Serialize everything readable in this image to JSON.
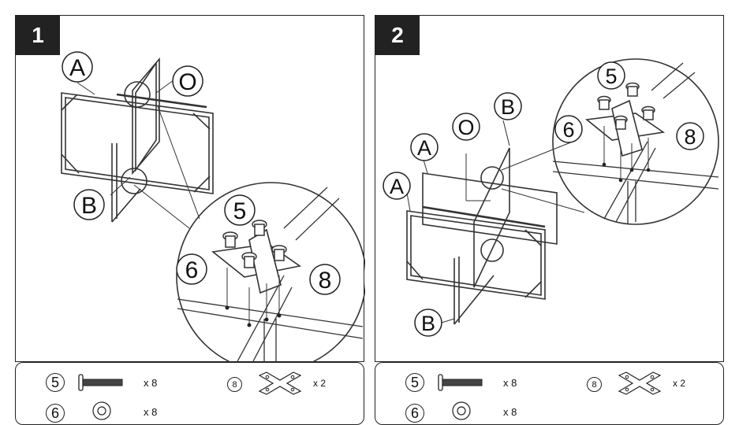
{
  "steps": [
    {
      "number": "1",
      "labels": {
        "a": "A",
        "o": "O",
        "b": "B",
        "p5": "5",
        "p6": "6",
        "p8": "8"
      }
    },
    {
      "number": "2",
      "labels": {
        "a1": "A",
        "a2": "A",
        "o": "O",
        "b1": "B",
        "b2": "B",
        "p5": "5",
        "p6": "6",
        "p8": "8"
      }
    }
  ],
  "parts": [
    {
      "bolt_id": "5",
      "bolt_qty": "x 8",
      "washer_id": "6",
      "washer_qty": "x 8",
      "plate_id": "8",
      "plate_qty": "x 2"
    },
    {
      "bolt_id": "5",
      "bolt_qty": "x 8",
      "washer_id": "6",
      "washer_qty": "x 8",
      "plate_id": "8",
      "plate_qty": "x 2"
    }
  ]
}
